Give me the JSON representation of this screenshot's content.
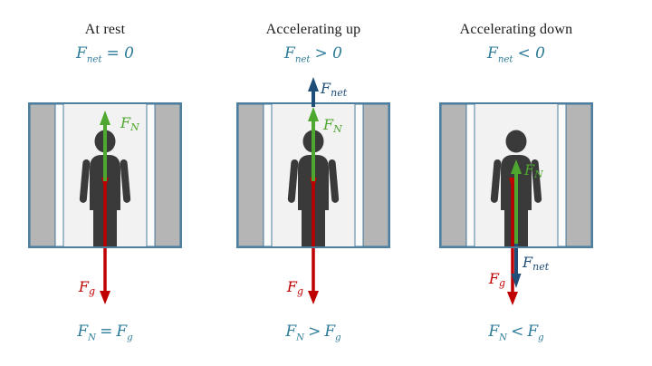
{
  "diagram": {
    "description": "Free-body diagrams of a person in an elevator: at rest, accelerating up, accelerating down"
  },
  "colors": {
    "normal_force_green": "#4ea72e",
    "gravity_force_red": "#c00000",
    "net_force_navy": "#1f4e79",
    "equation_teal": "#2e7c99",
    "elevator_border_blue": "#4e7f9e",
    "elevator_wall_gray": "#b5b5b5",
    "elevator_interior_gray": "#f2f2f2",
    "person_charcoal": "#3a3a3a"
  },
  "panels": [
    {
      "title": "At rest",
      "net_equation": {
        "f": "F",
        "sub": "net",
        "rest": "= 0"
      },
      "labels": {
        "fn": {
          "f": "F",
          "sub": "N"
        },
        "fg": {
          "f": "F",
          "sub": "g"
        }
      },
      "bottom_equation": {
        "f1": "F",
        "sub1": "N",
        "op": "=",
        "f2": "F",
        "sub2": "g"
      }
    },
    {
      "title": "Accelerating up",
      "net_equation": {
        "f": "F",
        "sub": "net",
        "rest": "> 0"
      },
      "labels": {
        "fnet": {
          "f": "F",
          "sub": "net"
        },
        "fn": {
          "f": "F",
          "sub": "N"
        },
        "fg": {
          "f": "F",
          "sub": "g"
        }
      },
      "bottom_equation": {
        "f1": "F",
        "sub1": "N",
        "op": ">",
        "f2": "F",
        "sub2": "g"
      }
    },
    {
      "title": "Accelerating down",
      "net_equation": {
        "f": "F",
        "sub": "net",
        "rest": "< 0"
      },
      "labels": {
        "fnet": {
          "f": "F",
          "sub": "net"
        },
        "fn": {
          "f": "F",
          "sub": "N"
        },
        "fg": {
          "f": "F",
          "sub": "g"
        }
      },
      "bottom_equation": {
        "f1": "F",
        "sub1": "N",
        "op": "<",
        "f2": "F",
        "sub2": "g"
      }
    }
  ]
}
